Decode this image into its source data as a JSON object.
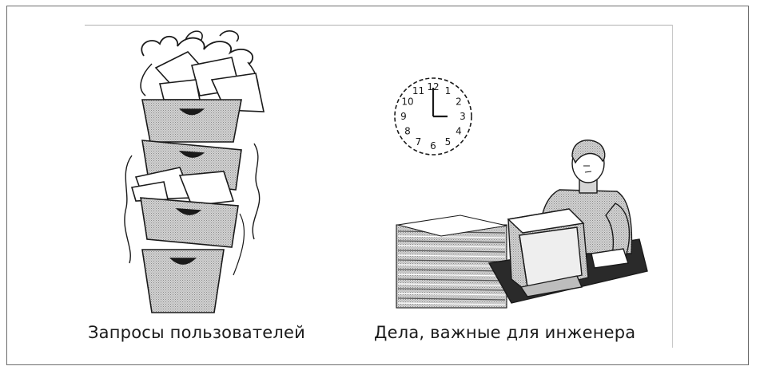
{
  "captions": {
    "left": "Запросы пользователей",
    "right": "Дела, важные для инженера"
  },
  "clock": {
    "numbers": [
      "12",
      "1",
      "2",
      "3",
      "4",
      "5",
      "6",
      "7",
      "8",
      "9",
      "10",
      "11"
    ]
  },
  "icons": {
    "left": "overflowing-filing-drawers-icon",
    "clock": "wall-clock-icon",
    "paper": "paper-stack-icon",
    "engineer": "engineer-at-computer-icon"
  },
  "colors": {
    "frame": "#6b6b6b",
    "fill": "#bdbdbd",
    "ink": "#1a1a1a"
  }
}
